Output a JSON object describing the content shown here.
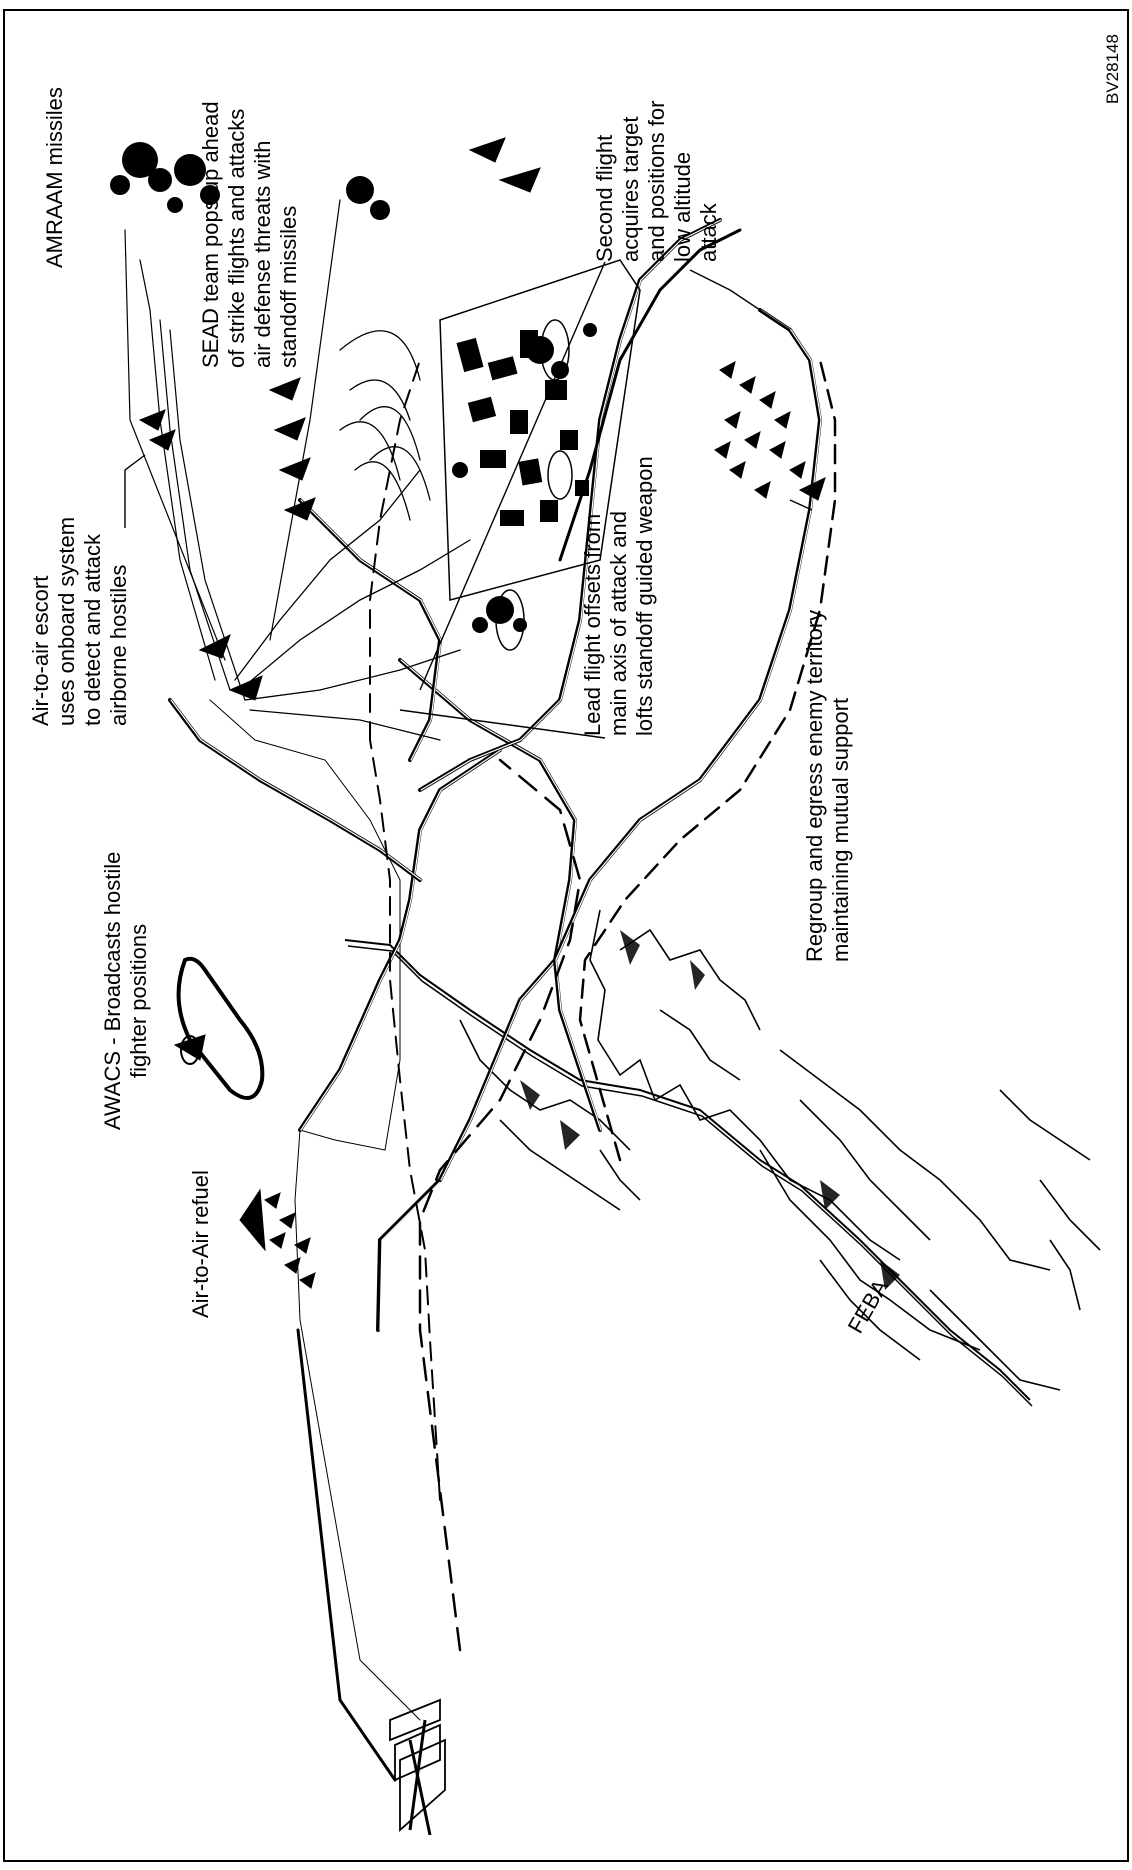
{
  "figure_id": "BV28148",
  "labels": {
    "amraam": [
      "AMRAAM missiles"
    ],
    "sead": [
      "SEAD team pops up ahead",
      "of strike flights and attacks",
      "air defense threats with",
      "standoff missiles"
    ],
    "second_flight": [
      "Second flight",
      "acquires target",
      "and positions for",
      "low altitude",
      "attack"
    ],
    "escort": [
      "Air-to-air escort",
      "uses onboard system",
      "to detect and attack",
      "airborne hostiles"
    ],
    "lead_flight": [
      "Lead flight offsets from",
      "main axis of attack and",
      "lofts standoff guided weapon"
    ],
    "awacs": [
      "AWACS - Broadcasts hostile",
      "fighter positions"
    ],
    "refuel": [
      "Air-to-Air refuel"
    ],
    "regroup": [
      "Regroup and egress enemy territory",
      "maintaining mutual support"
    ],
    "feba": "FEBA"
  }
}
